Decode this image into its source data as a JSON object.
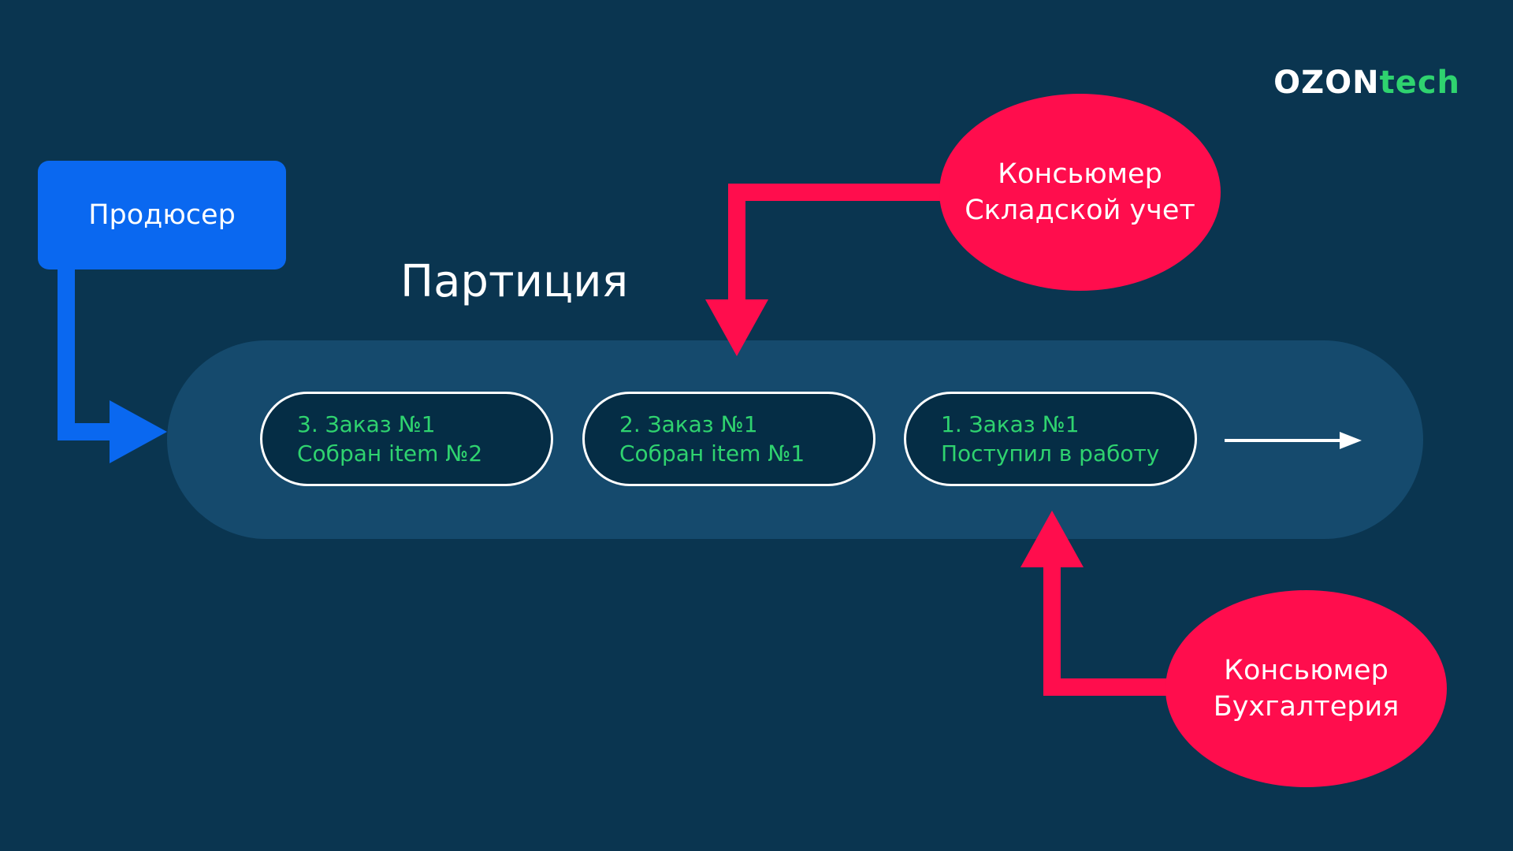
{
  "logo": {
    "word": "OZON",
    "suffix": "tech"
  },
  "producer": {
    "label": "Продюсер"
  },
  "partition": {
    "title": "Партиция"
  },
  "messages": [
    {
      "line1": "3. Заказ №1",
      "line2": "Собран item №2"
    },
    {
      "line1": "2. Заказ №1",
      "line2": "Собран item №1"
    },
    {
      "line1": "1. Заказ №1",
      "line2": "Поступил в работу"
    }
  ],
  "consumers": [
    {
      "line1": "Консьюмер",
      "line2": "Складской учет"
    },
    {
      "line1": "Консьюмер",
      "line2": "Бухгалтерия"
    }
  ],
  "colors": {
    "background": "#0a3550",
    "partition": "#154a6d",
    "message_fill": "#052d45",
    "message_text": "#2fd36f",
    "producer": "#0a68f0",
    "consumer": "#ff0d4d",
    "logo_accent": "#2fd36f"
  }
}
